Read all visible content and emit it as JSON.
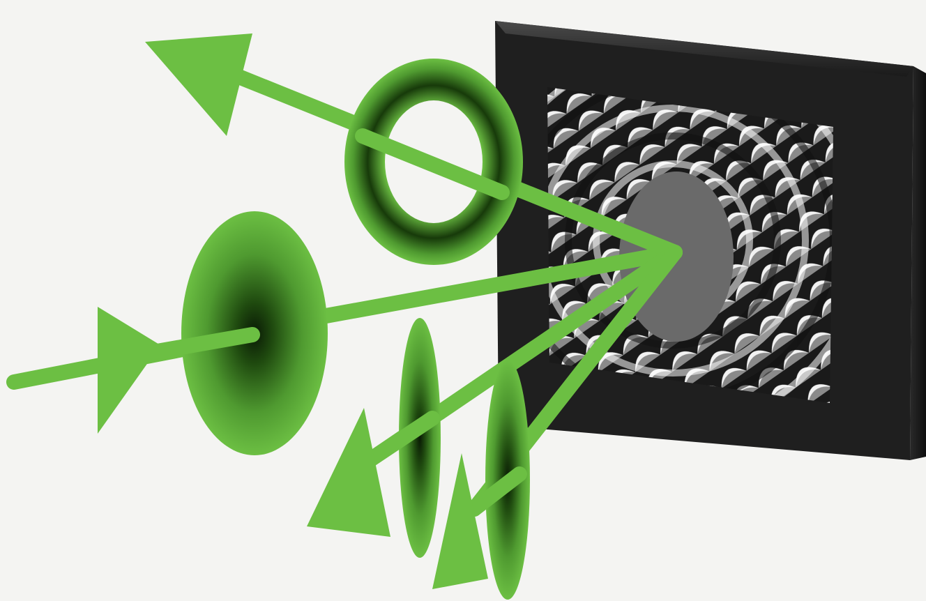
{
  "colors": {
    "background": "#f4f4f2",
    "beam_green": "#6cbf43",
    "beam_green_dark": "#0f2a08",
    "frame_dark": "#1f1f1f",
    "frame_edge": "#3a3a3a",
    "center_disk": "#6a6a6a"
  },
  "icons": {
    "incident_arrow": "arrow-right-icon",
    "output_arrows": "arrow-icon",
    "vortex_beam": "donut-ring-icon",
    "gaussian_beam": "gaussian-ellipse-icon"
  },
  "elements": {
    "device": "spatial-light-modulator-with-spiral-hologram",
    "input_beam": "gaussian",
    "output_beams": [
      "vortex-ring",
      "gaussian-spot",
      "gaussian-spot"
    ]
  }
}
